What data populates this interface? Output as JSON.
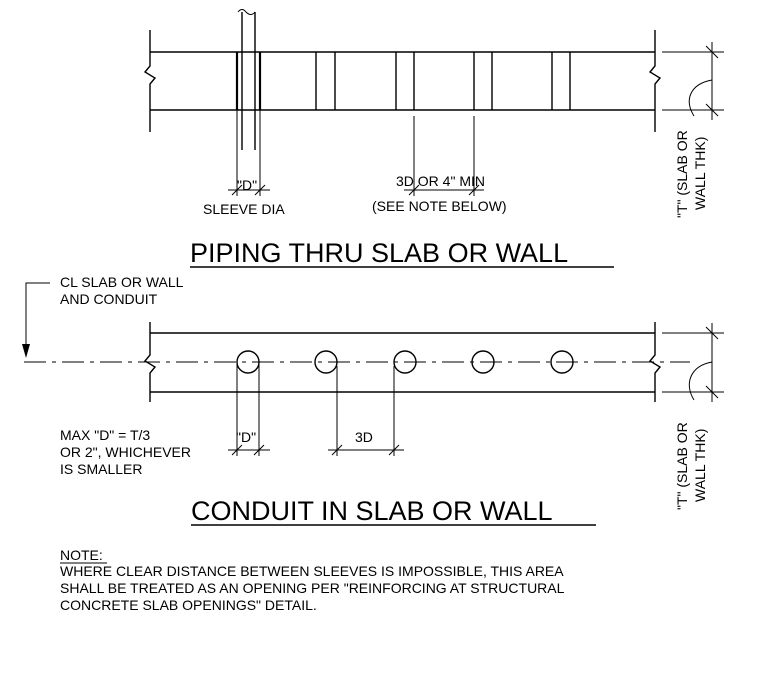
{
  "top_detail": {
    "d_label": "\"D\"",
    "sleeve_label": "SLEEVE DIA",
    "spacing_line1": "3D OR 4\" MIN",
    "spacing_line2": "(SEE NOTE BELOW)",
    "thickness_line1": "\"T\" (SLAB OR",
    "thickness_line2": "WALL THK)",
    "title": "PIPING THRU SLAB OR WALL"
  },
  "bottom_detail": {
    "cl_line1": "CL SLAB OR WALL",
    "cl_line2": "AND CONDUIT",
    "max_line1": "MAX \"D\" = T/3",
    "max_line2": "OR 2\", WHICHEVER",
    "max_line3": "IS SMALLER",
    "d_label": "\"D\"",
    "spacing_label": "3D",
    "thickness_line1": "\"T\" (SLAB OR",
    "thickness_line2": "WALL THK)",
    "title": "CONDUIT IN SLAB OR WALL"
  },
  "note": {
    "heading": "NOTE:",
    "line1": "WHERE CLEAR DISTANCE BETWEEN SLEEVES IS IMPOSSIBLE, THIS AREA",
    "line2": "SHALL BE TREATED AS AN OPENING PER \"REINFORCING AT STRUCTURAL",
    "line3": "CONCRETE SLAB OPENINGS\" DETAIL."
  }
}
